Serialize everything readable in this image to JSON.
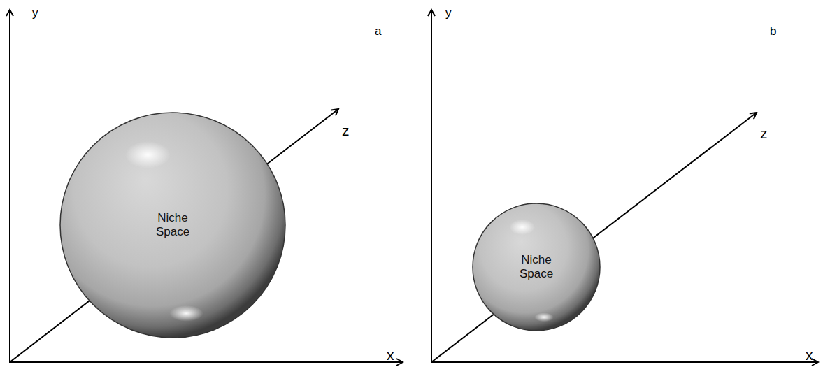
{
  "diagram": {
    "nodes": [
      {
        "text": [
          "Niche Space"
        ]
      },
      {
        "text": [
          "Niche Space"
        ]
      }
    ],
    "labels": [
      "y",
      "a",
      "z",
      "x",
      "y",
      "b",
      "z",
      "x"
    ]
  }
}
